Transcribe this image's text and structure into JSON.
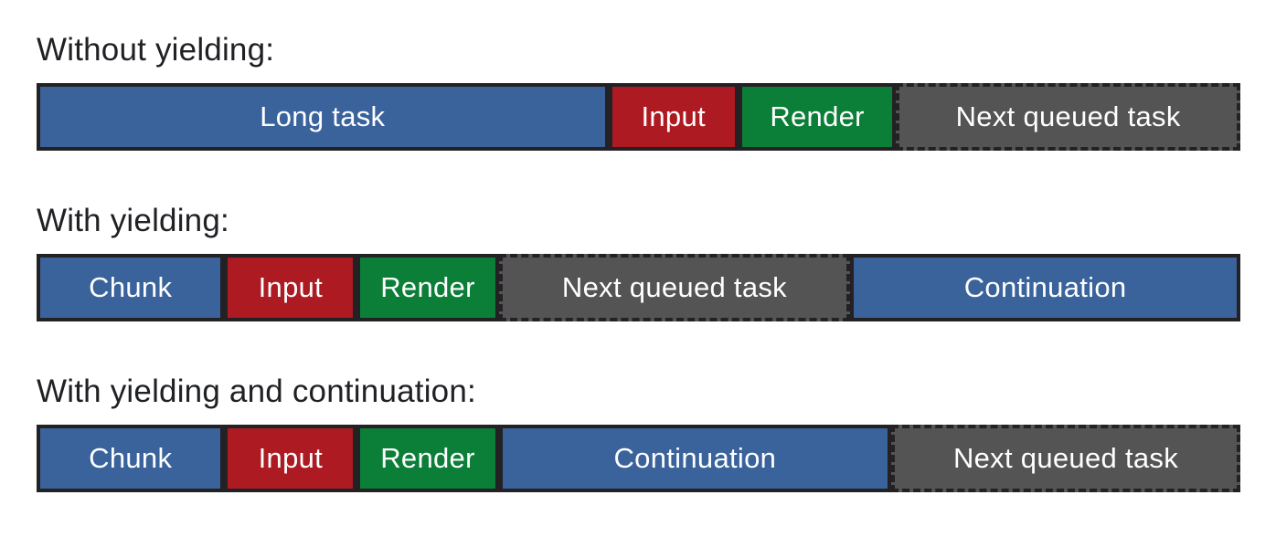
{
  "page": {
    "background": "#ffffff",
    "description": "Task scheduling timelines comparing yielding strategies"
  },
  "colors": {
    "task_blue": "#3A639C",
    "input_red": "#AE1A22",
    "render_green": "#0B7E37",
    "queued_gray": "#545454",
    "border_dark": "#232124",
    "label_text": "#202124",
    "segment_text": "#ffffff"
  },
  "sections": [
    {
      "label": "Without yielding:",
      "segments": [
        {
          "text": "Long task",
          "type": "task",
          "width_pct": 47.5
        },
        {
          "text": "Input",
          "type": "input",
          "width_pct": 10.8
        },
        {
          "text": "Render",
          "type": "render",
          "width_pct": 13.1
        },
        {
          "text": "Next queued task",
          "type": "queued",
          "width_pct": 28.6
        }
      ]
    },
    {
      "label": "With yielding:",
      "segments": [
        {
          "text": "Chunk",
          "type": "task",
          "width_pct": 15.6
        },
        {
          "text": "Input",
          "type": "input",
          "width_pct": 11.0
        },
        {
          "text": "Render",
          "type": "render",
          "width_pct": 11.8
        },
        {
          "text": "Next queued task",
          "type": "queued",
          "width_pct": 29.2
        },
        {
          "text": "Continuation",
          "type": "task",
          "width_pct": 32.4
        }
      ]
    },
    {
      "label": "With yielding and continuation:",
      "segments": [
        {
          "text": "Chunk",
          "type": "task",
          "width_pct": 15.6
        },
        {
          "text": "Input",
          "type": "input",
          "width_pct": 11.0
        },
        {
          "text": "Render",
          "type": "render",
          "width_pct": 11.8
        },
        {
          "text": "Continuation",
          "type": "task",
          "width_pct": 32.6
        },
        {
          "text": "Next queued task",
          "type": "queued",
          "width_pct": 29.0
        }
      ]
    }
  ]
}
